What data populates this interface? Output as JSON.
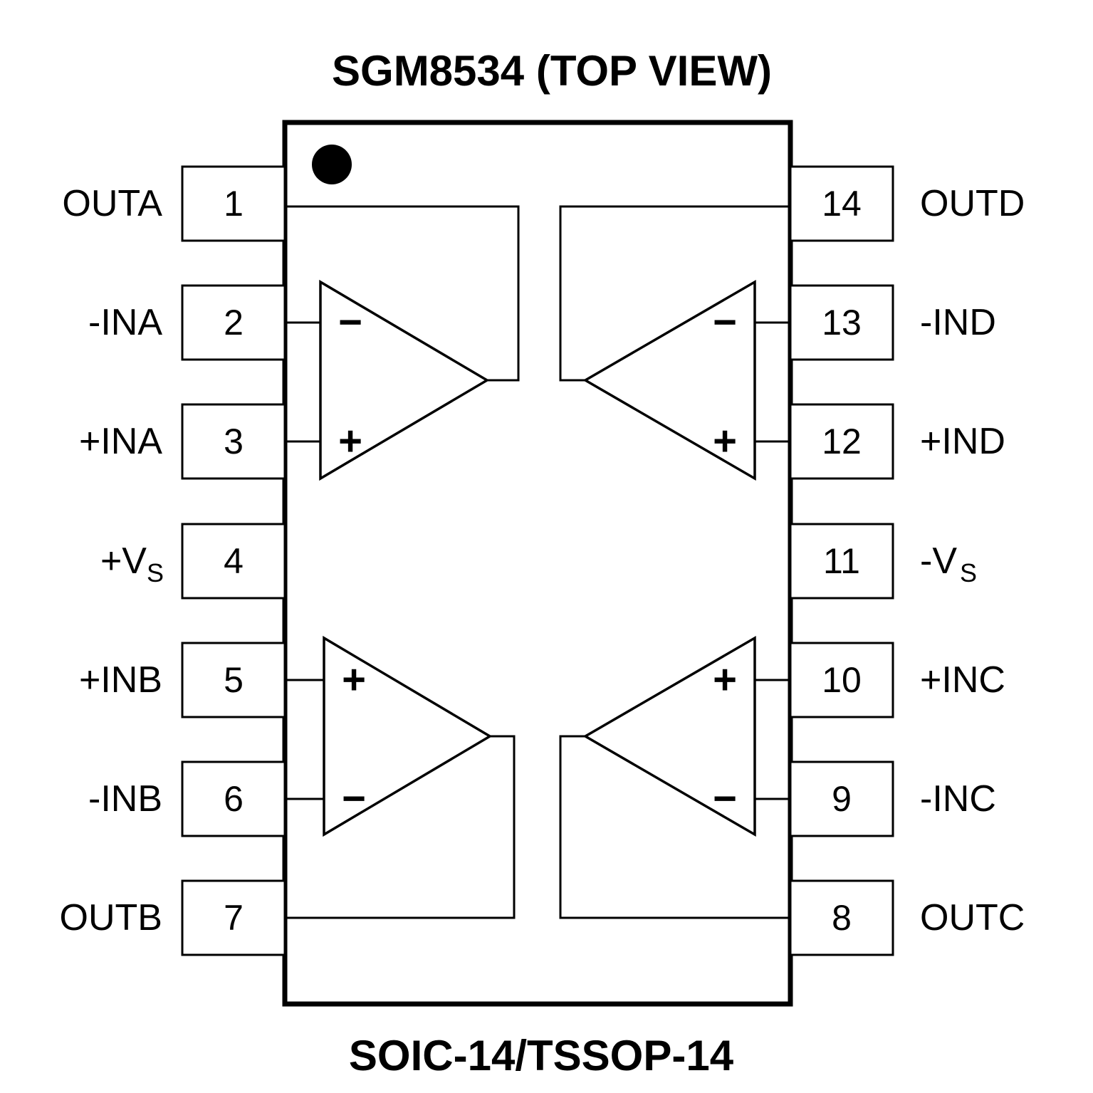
{
  "title": "SGM8534 (TOP VIEW)",
  "package": "SOIC-14/TSSOP-14",
  "colors": {
    "line": "#000000",
    "background": "#ffffff"
  },
  "symbols": {
    "plus": "+",
    "minus": "−"
  },
  "pins": {
    "left": [
      {
        "number": "1",
        "label": "OUTA",
        "label_sub": ""
      },
      {
        "number": "2",
        "label": "-INA",
        "label_sub": ""
      },
      {
        "number": "3",
        "label": "+INA",
        "label_sub": ""
      },
      {
        "number": "4",
        "label": "+V",
        "label_sub": "S"
      },
      {
        "number": "5",
        "label": "+INB",
        "label_sub": ""
      },
      {
        "number": "6",
        "label": "-INB",
        "label_sub": ""
      },
      {
        "number": "7",
        "label": "OUTB",
        "label_sub": ""
      }
    ],
    "right": [
      {
        "number": "14",
        "label": "OUTD",
        "label_sub": ""
      },
      {
        "number": "13",
        "label": "-IND",
        "label_sub": ""
      },
      {
        "number": "12",
        "label": "+IND",
        "label_sub": ""
      },
      {
        "number": "11",
        "label": "-V",
        "label_sub": "S"
      },
      {
        "number": "10",
        "label": "+INC",
        "label_sub": ""
      },
      {
        "number": "9",
        "label": "-INC",
        "label_sub": ""
      },
      {
        "number": "8",
        "label": "OUTC",
        "label_sub": ""
      }
    ]
  }
}
